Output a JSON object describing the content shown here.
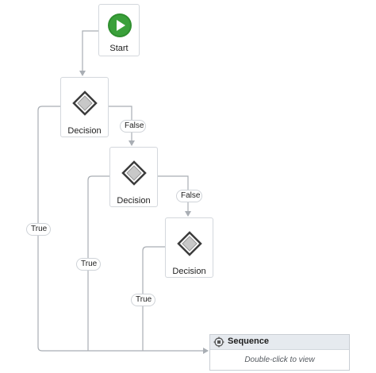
{
  "flowchart": {
    "start": {
      "label": "Start",
      "icon": "play-icon"
    },
    "decisions": [
      {
        "label": "Decision",
        "icon": "diamond-icon"
      },
      {
        "label": "Decision",
        "icon": "diamond-icon"
      },
      {
        "label": "Decision",
        "icon": "diamond-icon"
      }
    ],
    "edge_labels": {
      "false_1": "False",
      "false_2": "False",
      "true_1": "True",
      "true_2": "True",
      "true_3": "True"
    },
    "sequence": {
      "title": "Sequence",
      "hint": "Double-click to view",
      "icon": "sequence-icon"
    }
  },
  "colors": {
    "connector": "#a9aeb4",
    "start_green": "#3aa03a",
    "node_border": "#d4d8dd"
  }
}
